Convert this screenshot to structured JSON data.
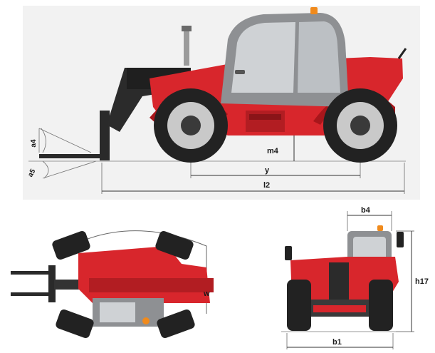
{
  "diagram": {
    "side_view": {
      "labels": {
        "a4": "a4",
        "a5": "a5",
        "m4": "m4",
        "y": "y",
        "l2": "l2"
      }
    },
    "top_view": {
      "labels": {
        "w": "w"
      }
    },
    "rear_view": {
      "labels": {
        "b4": "b4",
        "h17": "h17",
        "b1": "b1"
      }
    },
    "colors": {
      "body_red": "#d8262c",
      "dark_red": "#a8161b",
      "tire": "#222222",
      "rim": "#c9c9c9",
      "cab_grey": "#a9abae",
      "glass": "#cfd2d5",
      "beacon": "#f08a1c"
    }
  }
}
